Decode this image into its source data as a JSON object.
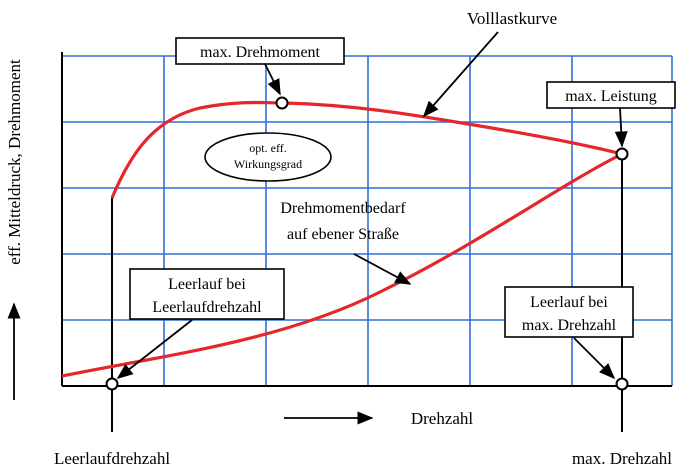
{
  "labels": {
    "volllastkurve": "Volllastkurve",
    "max_drehmoment": "max. Drehmoment",
    "max_leistung": "max. Leistung",
    "opt_eff_line1": "opt. eff.",
    "opt_eff_line2": "Wirkungsgrad",
    "drehmomentbedarf_line1": "Drehmomentbedarf",
    "drehmomentbedarf_line2": "auf ebener Straße",
    "leerlauf_low_line1": "Leerlauf bei",
    "leerlauf_low_line2": "Leerlaufdrehzahl",
    "leerlauf_high_line1": "Leerlauf bei",
    "leerlauf_high_line2": "max. Drehzahl",
    "x_axis": "Drehzahl",
    "y_axis": "eff. Mitteldruck, Drehmoment",
    "x_min": "Leerlaufdrehzahl",
    "x_max": "max. Drehzahl"
  },
  "colors": {
    "grid": "#2f6fd6",
    "curve": "#e5262a",
    "text": "#000000"
  }
}
